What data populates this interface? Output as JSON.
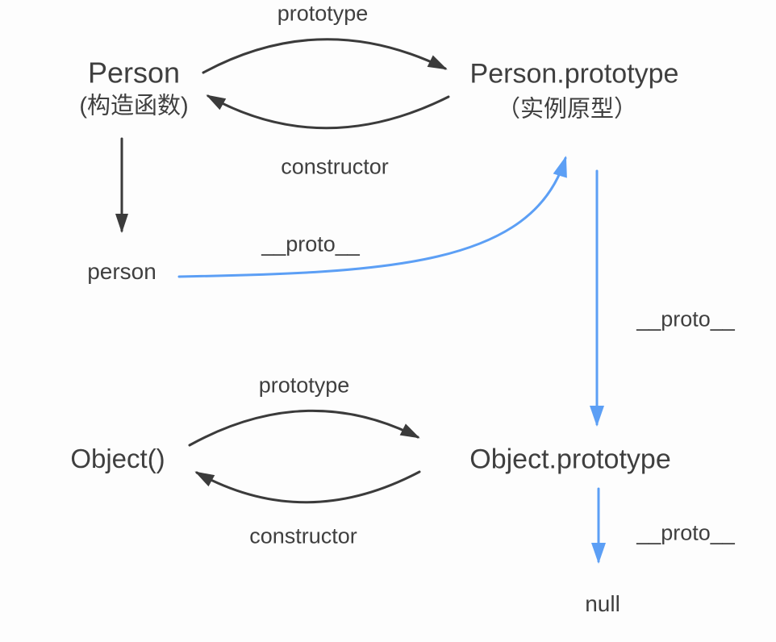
{
  "diagram": {
    "background": "#fdfdfd",
    "colors": {
      "arrow_dark": "#3b3b3b",
      "arrow_blue": "#5c9ff5",
      "text_dark": "#3f3f3f"
    },
    "nodes": {
      "person_constructor": {
        "label": "Person",
        "sublabel": "(构造函数)"
      },
      "person_prototype": {
        "label": "Person.prototype",
        "sublabel": "（实例原型）"
      },
      "person_instance": {
        "label": "person"
      },
      "object_constructor": {
        "label": "Object()"
      },
      "object_prototype": {
        "label": "Object.prototype"
      },
      "null_value": {
        "label": "null"
      }
    },
    "edge_labels": {
      "person_prototype_edge": "prototype",
      "person_constructor_edge": "constructor",
      "person_instance_proto": "__proto__",
      "prototype_chain_proto": "__proto__",
      "object_prototype_edge": "prototype",
      "object_constructor_edge": "constructor",
      "object_null_proto": "__proto__"
    }
  }
}
